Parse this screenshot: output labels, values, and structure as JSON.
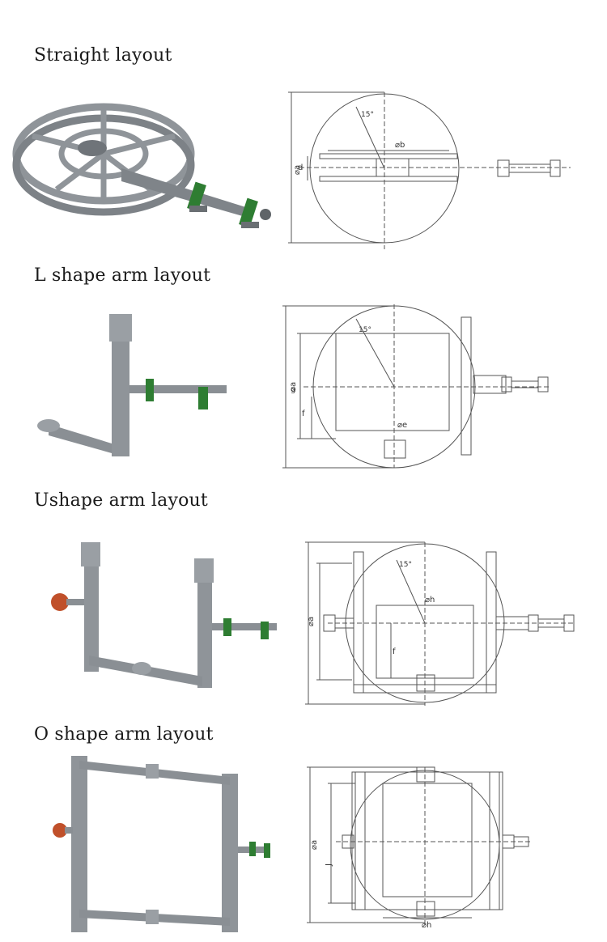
{
  "sections": [
    {
      "title": "Straight layout",
      "dimension_labels": {
        "a": "⌀a",
        "b": "⌀b",
        "d": "d",
        "angle": "15°"
      }
    },
    {
      "title": "L shape arm layout",
      "dimension_labels": {
        "a": "⌀a",
        "g": "g",
        "f": "f",
        "e": "⌀e",
        "angle": "15°"
      }
    },
    {
      "title": "Ushape arm layout",
      "dimension_labels": {
        "a": "⌀a",
        "h": "⌀h",
        "f": "f",
        "angle": "15°"
      }
    },
    {
      "title": "O shape arm layout",
      "dimension_labels": {
        "a": "⌀a",
        "j": "J",
        "h": "⌀h"
      }
    }
  ],
  "colors": {
    "metal": "#8f9499",
    "metal_dark": "#5f6468",
    "green": "#2e7d32",
    "orange": "#c0502a",
    "line": "#555555"
  }
}
